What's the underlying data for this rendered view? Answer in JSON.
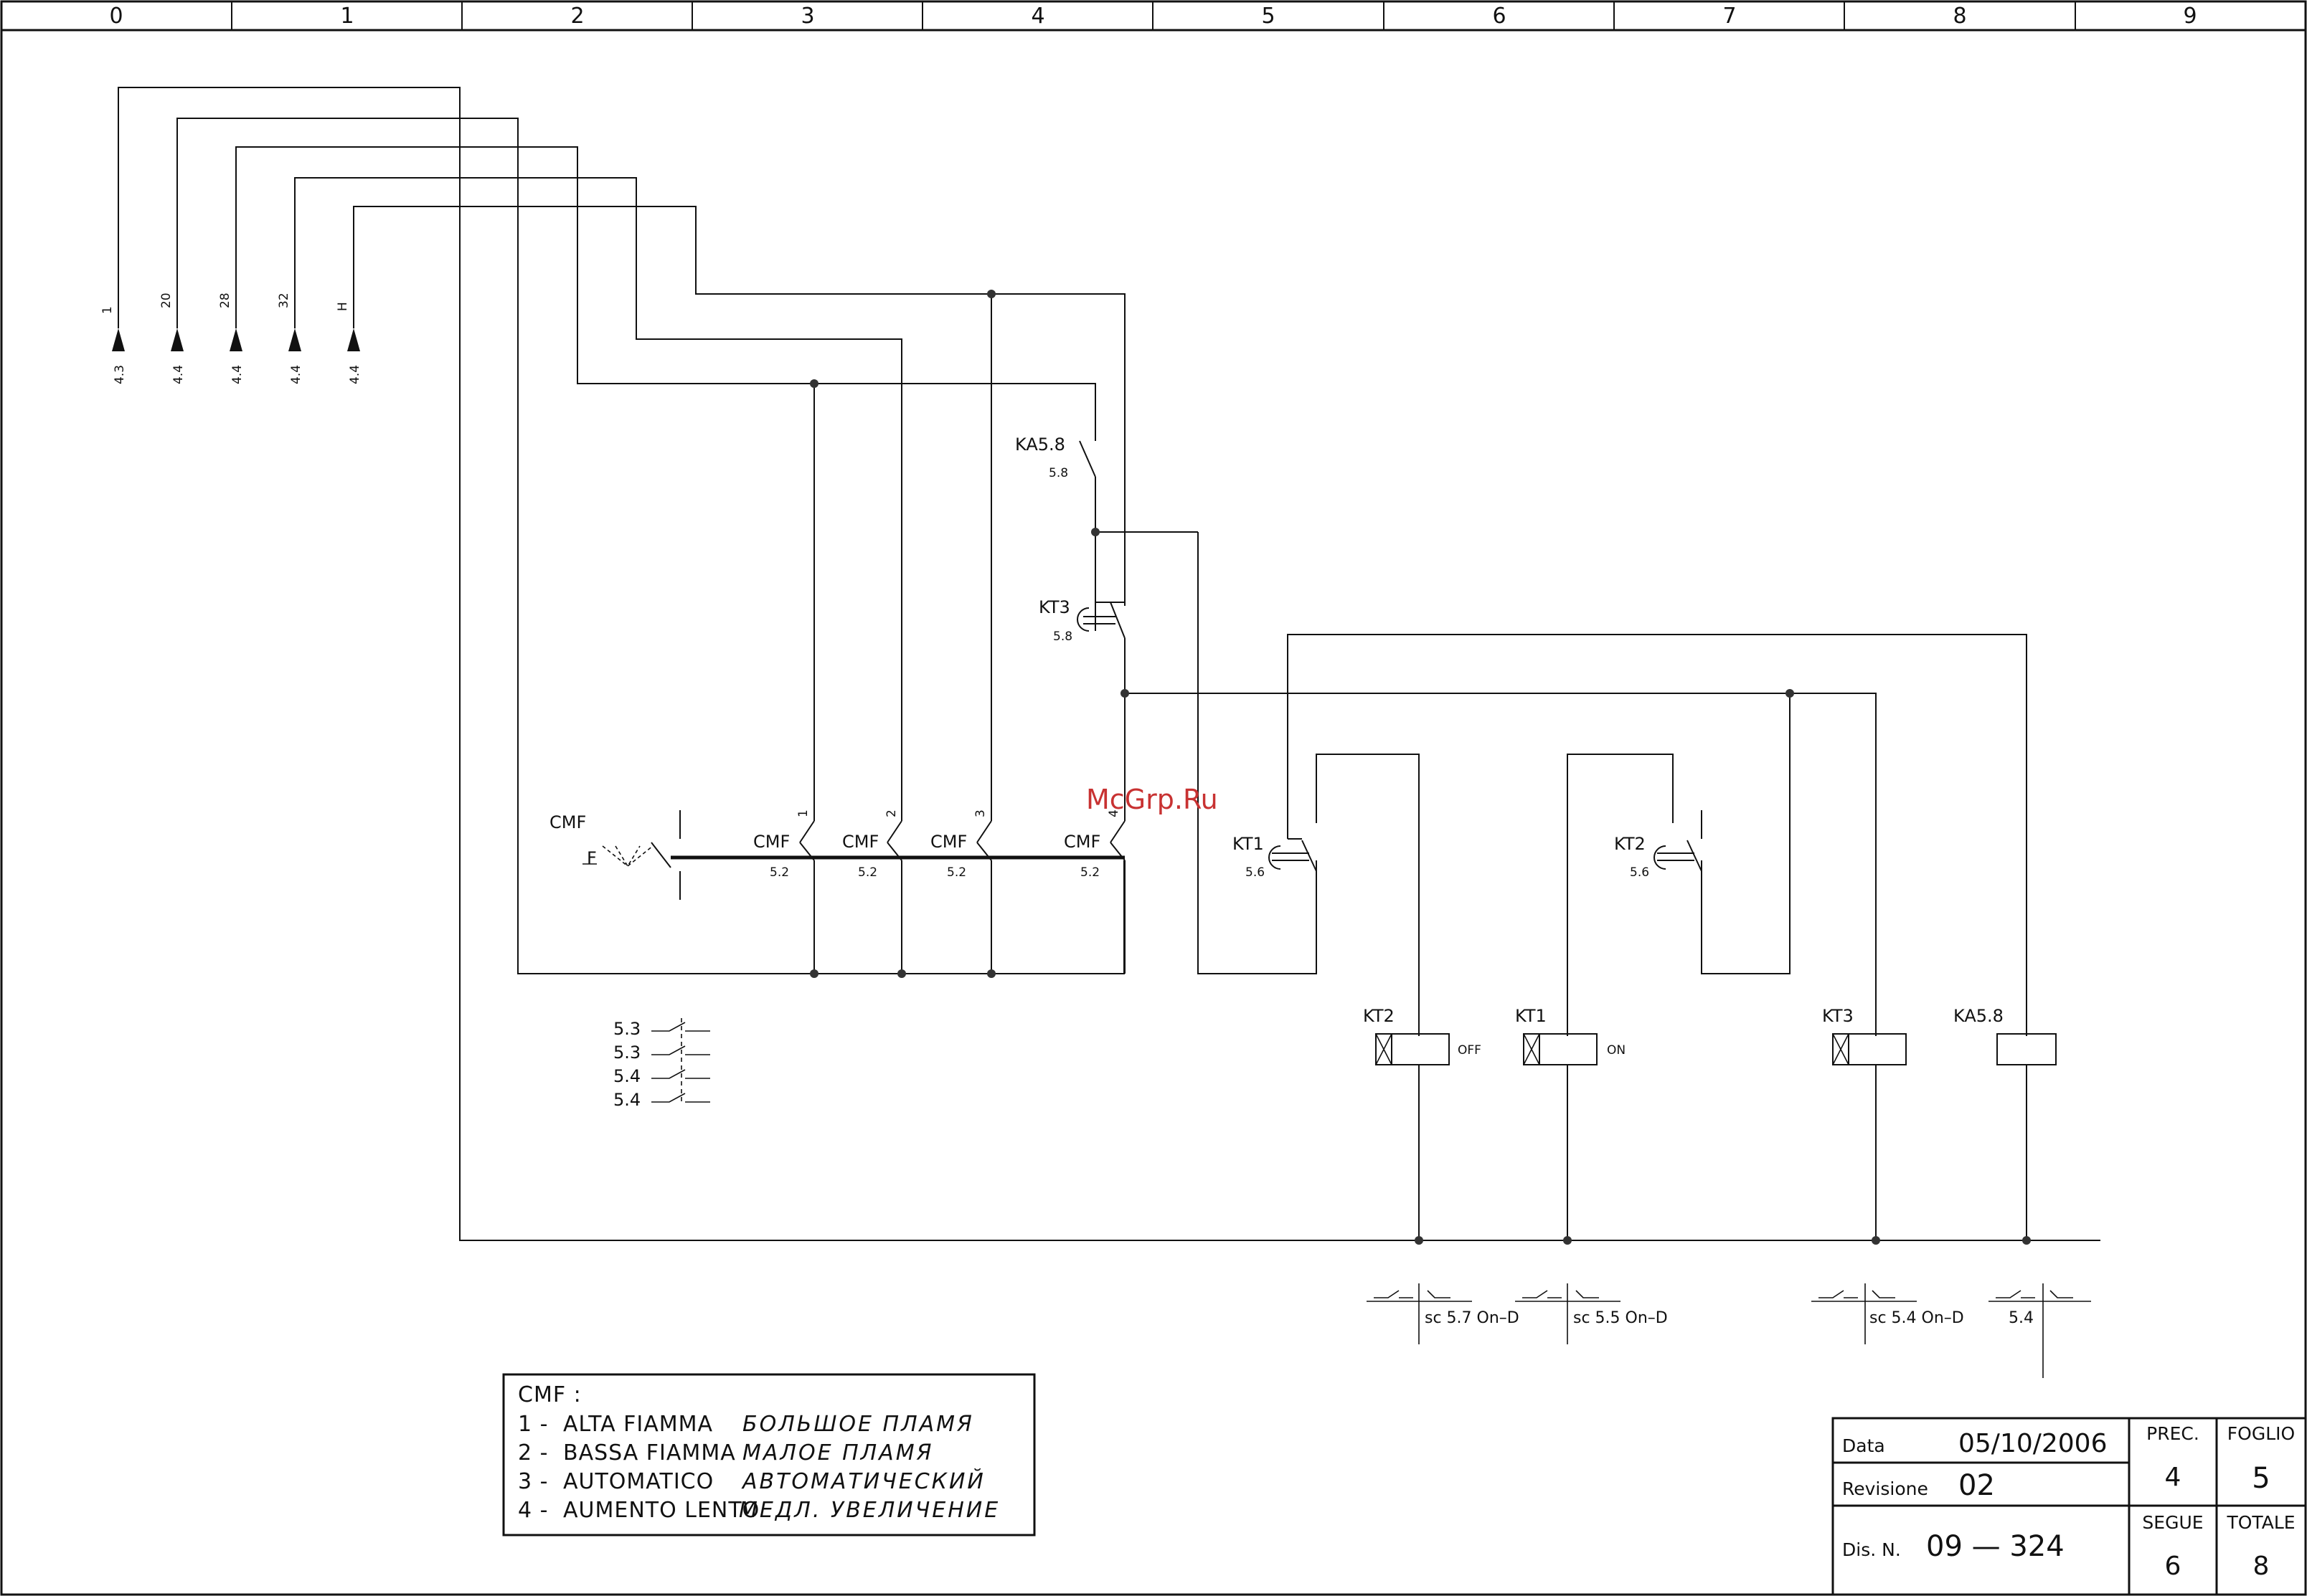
{
  "grid_columns": [
    "0",
    "1",
    "2",
    "3",
    "4",
    "5",
    "6",
    "7",
    "8",
    "9"
  ],
  "terminals": [
    {
      "wire": "1",
      "ref": "4.3"
    },
    {
      "wire": "20",
      "ref": "4.4"
    },
    {
      "wire": "28",
      "ref": "4.4"
    },
    {
      "wire": "32",
      "ref": "4.4"
    },
    {
      "wire": "H",
      "ref": "4.4"
    }
  ],
  "contacts": {
    "ka58_label": "KA5.8",
    "ka58_ref": "5.8",
    "kt3_label": "KT3",
    "kt3_ref": "5.8",
    "kt1_label": "KT1",
    "kt1_ref": "5.6",
    "kt2_label": "KT2",
    "kt2_ref": "5.6"
  },
  "selector": {
    "label": "CMF",
    "f_label": "F",
    "contacts": [
      {
        "label": "CMF",
        "ref": "5.2",
        "num": "1"
      },
      {
        "label": "CMF",
        "ref": "5.2",
        "num": "2"
      },
      {
        "label": "CMF",
        "ref": "5.2",
        "num": "3"
      },
      {
        "label": "CMF",
        "ref": "5.2",
        "num": "4"
      }
    ]
  },
  "selector_refs": [
    "5.3",
    "5.3",
    "5.4",
    "5.4"
  ],
  "coils": [
    {
      "label": "KT2",
      "mode": "OFF",
      "xref": "sc 5.7  On–D"
    },
    {
      "label": "KT1",
      "mode": "ON",
      "xref": "sc 5.5  On–D"
    },
    {
      "label": "KT3",
      "mode": "",
      "xref": "sc 5.4  On–D"
    },
    {
      "label": "KA5.8",
      "mode": "",
      "xref": "5.4"
    }
  ],
  "legend": {
    "title": "CMF :",
    "rows": [
      {
        "num": "1 -",
        "it": "ALTA FIAMMA",
        "ru": "БОЛЬШОЕ ПЛАМЯ"
      },
      {
        "num": "2 -",
        "it": "BASSA FIAMMA",
        "ru": "МАЛОЕ ПЛАМЯ"
      },
      {
        "num": "3 -",
        "it": "AUTOMATICO",
        "ru": "АВТОМАТИЧЕСКИЙ"
      },
      {
        "num": "4 -",
        "it": "AUMENTO LENTO",
        "ru": "МЕДЛ. УВЕЛИЧЕНИЕ"
      }
    ]
  },
  "title_block": {
    "data_label": "Data",
    "data_value": "05/10/2006",
    "rev_label": "Revisione",
    "rev_value": "02",
    "dis_label": "Dis. N.",
    "dis_value": "09  —  324",
    "prec_label": "PREC.",
    "prec_value": "4",
    "foglio_label": "FOGLIO",
    "foglio_value": "5",
    "segue_label": "SEGUE",
    "segue_value": "6",
    "totale_label": "TOTALE",
    "totale_value": "8"
  },
  "watermark": "McGrp.Ru"
}
